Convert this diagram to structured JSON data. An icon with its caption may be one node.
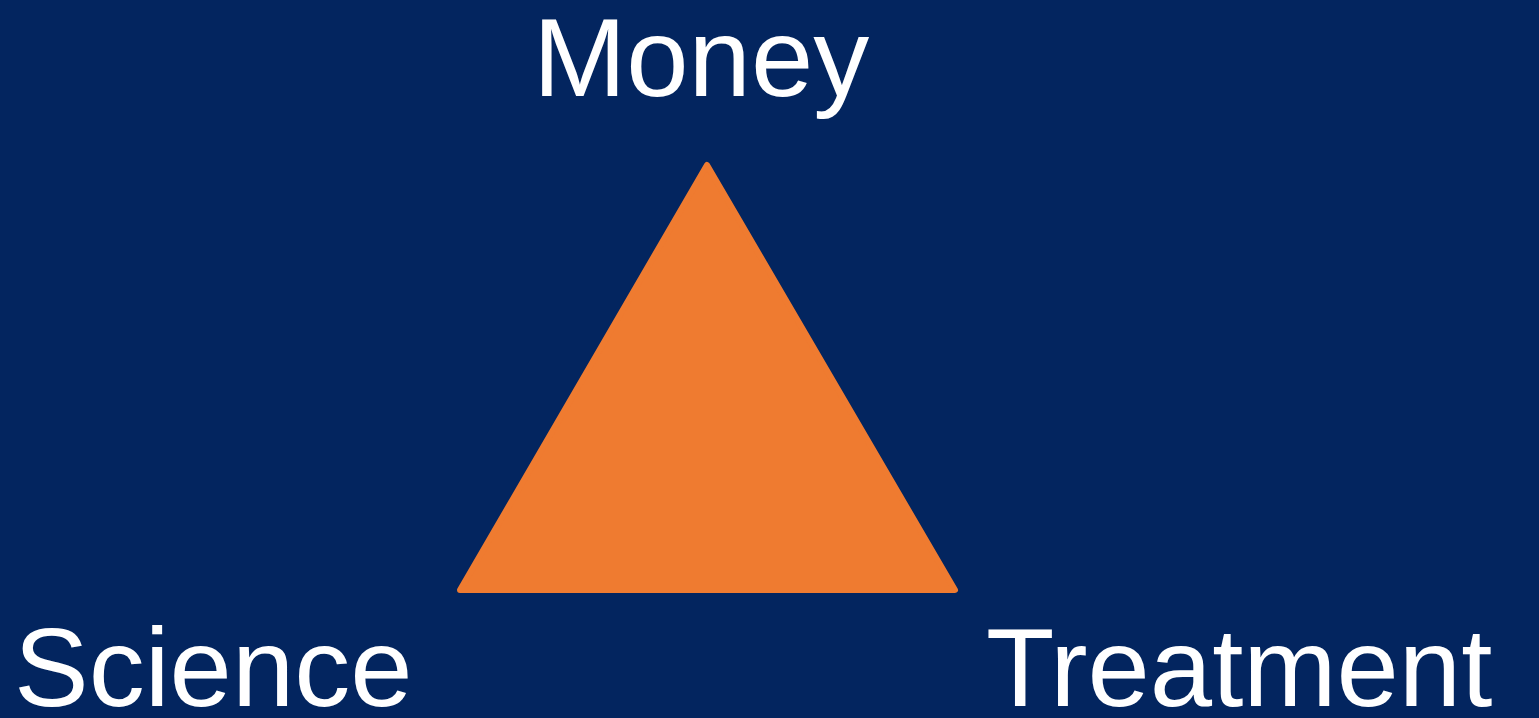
{
  "diagram": {
    "nodes": [
      {
        "text": [],
        "shape": "triangle"
      }
    ],
    "labels": [
      "Money",
      "Science",
      "Treatment"
    ]
  }
}
